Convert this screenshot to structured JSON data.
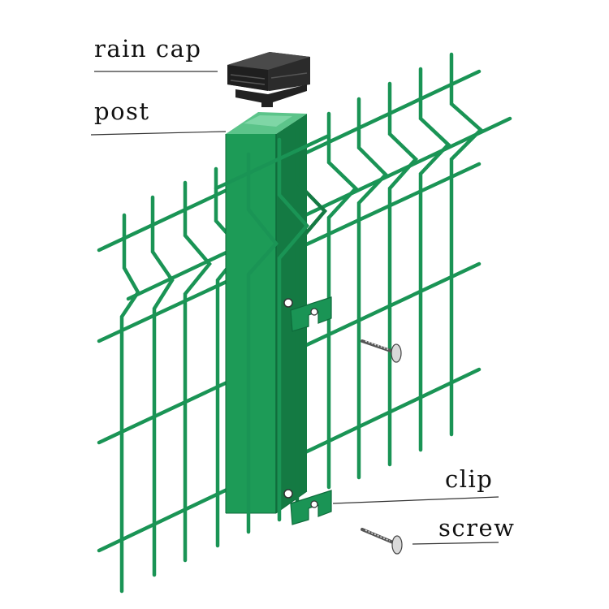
{
  "labels": {
    "rain_cap": "rain cap",
    "post": "post",
    "clip": "clip",
    "screw": "screw"
  },
  "colors": {
    "wire": "#1a9455",
    "wire_dark": "#0e6b3b",
    "post_front": "#1d9b57",
    "post_side": "#147a43",
    "post_top": "#5cc48a",
    "cap": "#2b2b2b",
    "metal": "#cfcfcf",
    "leader": "#333333"
  },
  "icons": {
    "rain_cap": "rain-cap-icon",
    "post": "fence-post-icon",
    "clip": "clip-icon",
    "screw": "screw-icon"
  }
}
